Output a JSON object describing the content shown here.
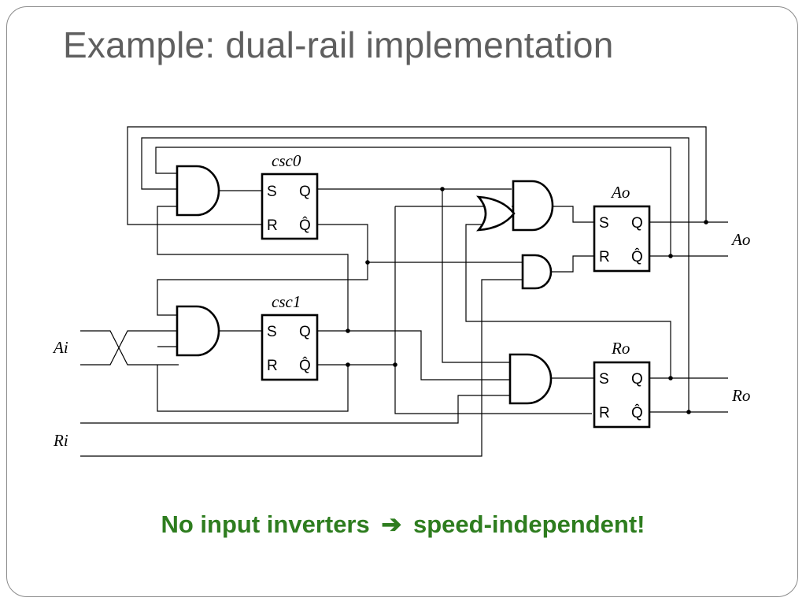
{
  "slide": {
    "title": "Example: dual-rail implementation"
  },
  "circuit": {
    "flipflops": [
      {
        "name": "csc0",
        "set_pin": "S",
        "reset_pin": "R",
        "q_pin": "Q",
        "qbar_pin": "Q̂"
      },
      {
        "name": "csc1",
        "set_pin": "S",
        "reset_pin": "R",
        "q_pin": "Q",
        "qbar_pin": "Q̂"
      },
      {
        "name": "Ao",
        "set_pin": "S",
        "reset_pin": "R",
        "q_pin": "Q",
        "qbar_pin": "Q̂"
      },
      {
        "name": "Ro",
        "set_pin": "S",
        "reset_pin": "R",
        "q_pin": "Q",
        "qbar_pin": "Q̂"
      }
    ],
    "inputs": [
      "Ai",
      "Ri"
    ],
    "outputs": [
      "Ao",
      "Ro"
    ]
  },
  "conclusion": {
    "part1": "No input inverters",
    "arrow": "➔",
    "part2": "speed-independent!"
  }
}
